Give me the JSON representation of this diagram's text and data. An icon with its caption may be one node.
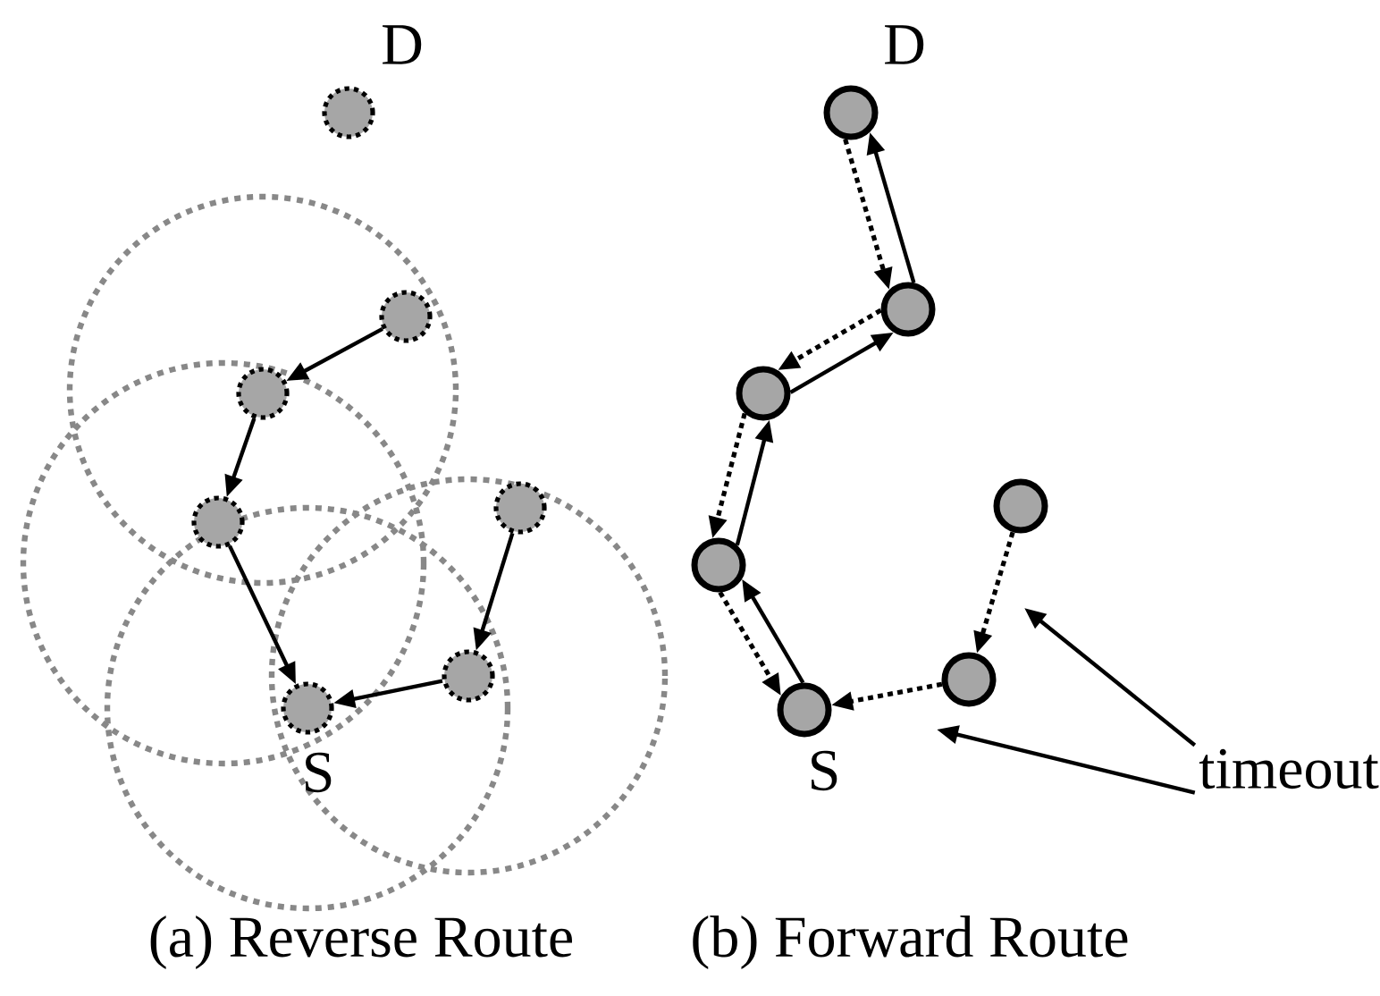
{
  "diagram": {
    "nodes": [
      {
        "text": [],
        "shape": "circle",
        "beside": [
          "D"
        ]
      },
      {
        "text": [],
        "shape": "circle"
      },
      {
        "text": [],
        "shape": "circle"
      },
      {
        "text": [],
        "shape": "circle"
      },
      {
        "text": [],
        "shape": "circle"
      },
      {
        "text": [],
        "shape": "circle"
      },
      {
        "text": [],
        "shape": "circle",
        "beside": [
          "S"
        ]
      },
      {
        "text": [],
        "shape": "circle",
        "beside": [
          "D"
        ]
      },
      {
        "text": [],
        "shape": "circle"
      },
      {
        "text": [],
        "shape": "circle"
      },
      {
        "text": [],
        "shape": "circle"
      },
      {
        "text": [],
        "shape": "circle"
      },
      {
        "text": [],
        "shape": "circle"
      },
      {
        "text": [],
        "shape": "circle",
        "beside": [
          "S"
        ]
      },
      {
        "text": [
          "timeout"
        ]
      }
    ],
    "edges": [
      {
        "from": 1,
        "to": 2,
        "arrow": "to"
      },
      {
        "from": 2,
        "to": 4,
        "arrow": "to"
      },
      {
        "from": 4,
        "to": 6,
        "arrow": "to"
      },
      {
        "from": 3,
        "to": 5,
        "arrow": "to"
      },
      {
        "from": 5,
        "to": 6,
        "arrow": "to"
      },
      {
        "from": 13,
        "to": 11,
        "arrow": "to"
      },
      {
        "from": 11,
        "to": 9,
        "arrow": "to"
      },
      {
        "from": 9,
        "to": 8,
        "arrow": "to"
      },
      {
        "from": 8,
        "to": 7,
        "arrow": "to"
      },
      {
        "from": 7,
        "to": 8,
        "arrow": "to",
        "style": "dashed"
      },
      {
        "from": 8,
        "to": 9,
        "arrow": "to",
        "style": "dashed"
      },
      {
        "from": 9,
        "to": 11,
        "arrow": "to",
        "style": "dashed"
      },
      {
        "from": 11,
        "to": 13,
        "arrow": "to",
        "style": "dashed"
      },
      {
        "from": 10,
        "to": 12,
        "arrow": "to",
        "style": "dashed"
      },
      {
        "from": 12,
        "to": 13,
        "arrow": "to",
        "style": "dashed"
      },
      {
        "from": 14,
        "to": null,
        "arrow": "to"
      },
      {
        "from": 14,
        "to": null,
        "arrow": "to"
      }
    ],
    "labels": [
      "(a) Reverse Route",
      "(b) Forward Route"
    ]
  }
}
